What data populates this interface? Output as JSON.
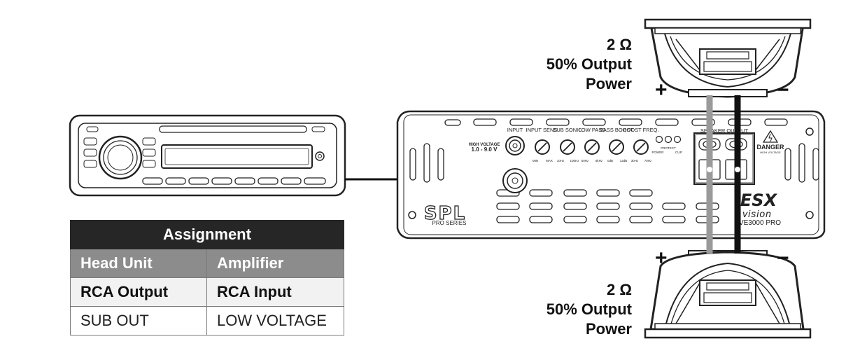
{
  "table": {
    "title": "Assignment",
    "columns": [
      "Head Unit",
      "Amplifier"
    ],
    "rows": [
      [
        "RCA Output",
        "RCA Input"
      ],
      [
        "SUB OUT",
        "LOW VOLTAGE"
      ]
    ]
  },
  "top_speaker": {
    "impedance": "2 Ω",
    "line2": "50% Output",
    "line3": "Power"
  },
  "bottom_speaker": {
    "impedance": "2 Ω",
    "line2": "50% Output",
    "line3": "Power"
  },
  "polarity": {
    "plus": "+",
    "minus": "−"
  },
  "amplifier": {
    "brand": "SPL",
    "series": "PRO SERIES",
    "high_voltage": "HIGH VOLTAGE",
    "voltage_range": "1.0 - 9.0 V",
    "controls": [
      "INPUT",
      "INPUT SENS.",
      "SUB SONIC",
      "LOW PASS",
      "BASS BOOST",
      "BOOST FREQ."
    ],
    "knob_ranges": [
      "MIN",
      "MAX",
      "10Hz",
      "100Hz",
      "50Hz",
      "5kHz",
      "0dB",
      "12dB",
      "30Hz",
      "70Hz"
    ],
    "indicators": [
      "POWER",
      "PROTECT",
      "CLIP"
    ],
    "speaker_output": "SPEAKER OUTPUT",
    "danger": "DANGER",
    "danger_sub": "HIGH VOLTAGE",
    "logo": "ESX",
    "vision": "vision",
    "model": "VE3000 PRO"
  }
}
